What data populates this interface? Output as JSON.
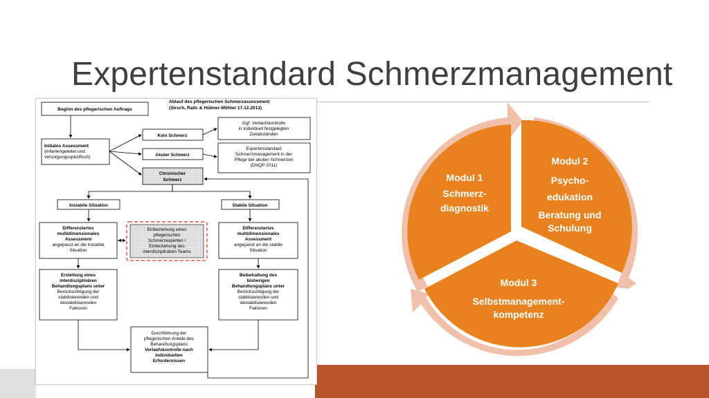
{
  "slide": {
    "title": "Expertenstandard Schmerzmanagement"
  },
  "flowchart": {
    "header_line1": "Ablauf des pflegerischen Schmerzassessment",
    "header_line2": "(Sirsch, Ralic & Hübner-Möhler 17.12.2013)",
    "start": "Beginn des pflegerischen Auftrags",
    "initial": [
      "Initiales Assessment",
      "(kriteriengeleitet und",
      "versorgungsspezifisch)"
    ],
    "kein": "Kein Schmerz",
    "akut": "Akuter Schmerz",
    "chronisch": [
      "Chronischer",
      "Schmerz"
    ],
    "verlauf": [
      "Ggf. Verlaufskontrolle",
      "in individuell festgelegten",
      "Zeitabständen"
    ],
    "expert": [
      "Expertenstandard",
      "Schmerzmanagement in der",
      "Pflege bei akuten Schmerzen",
      "(DNQP 2011)"
    ],
    "instabil": "Instabile Situation",
    "stabil": "Stabile Situation",
    "diff_instabil": [
      "Differenziertes",
      "multidimensionales",
      "Assessment",
      "angepasst an die instabile",
      "Situation"
    ],
    "einbeziehung": [
      "Einbeziehung eines",
      "pflegerischen",
      "Schmerzexperten /",
      "Einbeziehung des",
      "interdisziplinären Teams"
    ],
    "diff_stabil": [
      "Differenziertes",
      "multidimensionales",
      "Assessment",
      "angepasst an die stabile",
      "Situation"
    ],
    "erstellung": [
      "Erstellung eines",
      "interdisziplinären",
      "Behandlungsplans unter",
      "Berücksichtigung der",
      "stabilisierenden und",
      "destabilisierenden",
      "Faktoren"
    ],
    "beibehaltung": [
      "Beibehaltung des",
      "bisherigen",
      "Behandlungsplans unter",
      "Berücksichtigung der",
      "stabilisierenden und",
      "destabilisierenden",
      "Faktoren"
    ],
    "durchfuehrung": [
      "Durchführung der",
      "pflegerischen Anteile des",
      "Behandlungsplans",
      "Verlaufskontrolle nach",
      "individuellen",
      "Erfordernissen"
    ]
  },
  "modules": {
    "m1": [
      "Modul 1",
      "Schmerz-",
      "diagnostik"
    ],
    "m2": [
      "Modul 2",
      "Psycho-",
      "edukation",
      "Beratung und",
      "Schulung"
    ],
    "m3": [
      "Modul 3",
      "Selbstmanagement-",
      "kompetenz"
    ]
  },
  "colors": {
    "segment": "#e8821f",
    "ring": "#f0c0ab",
    "footer": "#b8542a",
    "title": "#3f3f3f",
    "dashed": "#d7262a"
  }
}
